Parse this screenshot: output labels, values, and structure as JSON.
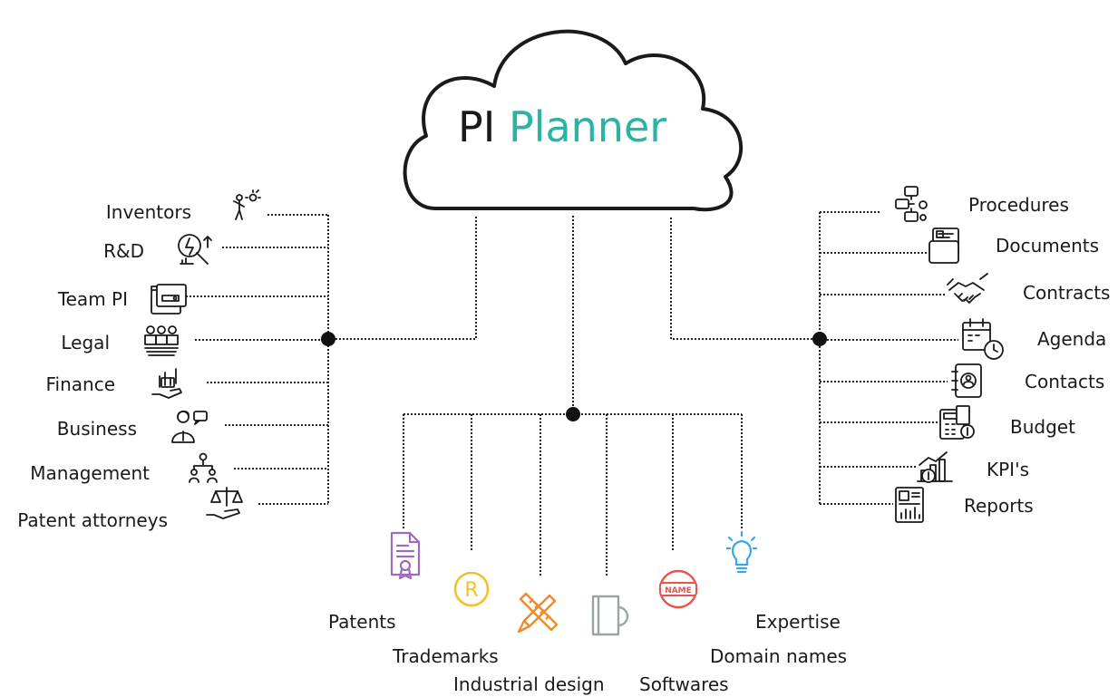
{
  "title": {
    "part1": "PI",
    "part2": "Planner"
  },
  "colors": {
    "accent": "#2bb3a3",
    "line": "#222222",
    "patents": "#9b6bc2",
    "trademarks": "#f2c02a",
    "industrial_design": "#f08a2b",
    "softwares": "#9aa3a6",
    "domain_names": "#e8534c",
    "expertise": "#3aa6e6"
  },
  "left": [
    {
      "label": "Inventors",
      "icon": "lightbulb-person-icon"
    },
    {
      "label": "R&D",
      "icon": "research-magnifier-icon"
    },
    {
      "label": "Team PI",
      "icon": "folders-icon"
    },
    {
      "label": "Legal",
      "icon": "people-group-icon"
    },
    {
      "label": "Finance",
      "icon": "hand-money-icon"
    },
    {
      "label": "Business",
      "icon": "businessperson-icon"
    },
    {
      "label": "Management",
      "icon": "org-chart-icon"
    },
    {
      "label": "Patent attorneys",
      "icon": "scales-hand-icon"
    }
  ],
  "right": [
    {
      "label": "Procedures",
      "icon": "workflow-icon"
    },
    {
      "label": "Documents",
      "icon": "document-folder-icon"
    },
    {
      "label": "Contracts",
      "icon": "handshake-icon"
    },
    {
      "label": "Agenda",
      "icon": "calendar-clock-icon"
    },
    {
      "label": "Contacts",
      "icon": "address-book-icon"
    },
    {
      "label": "Budget",
      "icon": "calculator-icon"
    },
    {
      "label": "KPI's",
      "icon": "kpi-chart-icon"
    },
    {
      "label": "Reports",
      "icon": "report-icon"
    }
  ],
  "bottom": [
    {
      "label": "Patents",
      "icon": "certificate-icon"
    },
    {
      "label": "Trademarks",
      "icon": "registered-mark-icon"
    },
    {
      "label": "Industrial design",
      "icon": "pencil-ruler-icon"
    },
    {
      "label": "Softwares",
      "icon": "software-icon"
    },
    {
      "label": "Domain names",
      "icon": "name-stamp-icon"
    },
    {
      "label": "Expertise",
      "icon": "lightbulb-icon"
    }
  ]
}
